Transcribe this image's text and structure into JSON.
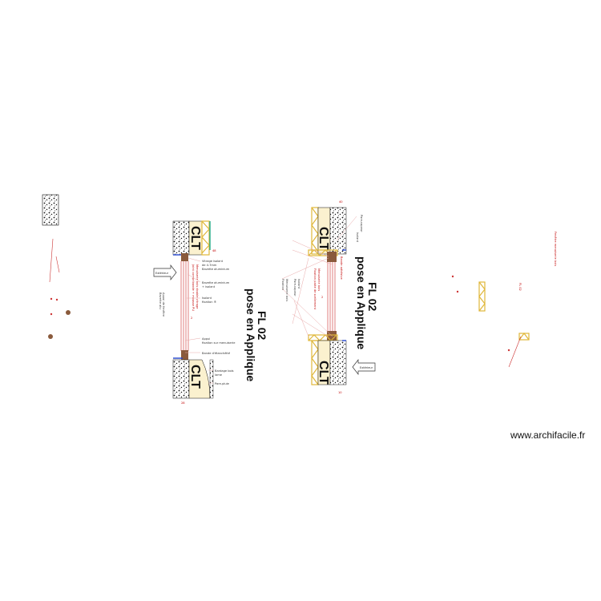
{
  "watermark": "www.archifacile.fr",
  "details": [
    {
      "title_line1": "FL 02",
      "title_line2": "pose en Applique",
      "clt_label": "CLT",
      "exterior_tag": "Extérieur",
      "annotations": [
        "Vitrage isolant",
        "Bavette aluminium",
        "Isolant",
        "Appui",
        "Bardage bois",
        "Pare-pluie"
      ]
    },
    {
      "title_line1": "FL 02",
      "title_line2": "pose en Applique",
      "clt_label": "CLT",
      "exterior_tag": "Extérieur",
      "annotations": [
        "Menuiserie bois",
        "Fixation",
        "Isolant",
        "Pare-vapeur"
      ]
    }
  ],
  "colors": {
    "clt_fill": "#fbf1cf",
    "truss": "#e0b73a",
    "frame_brown": "#8a5a3c",
    "annotation_red": "#c00000",
    "membrane_blue": "#2244cc",
    "membrane_green": "#22aa88",
    "leader_pink": "#e8a9a9"
  }
}
